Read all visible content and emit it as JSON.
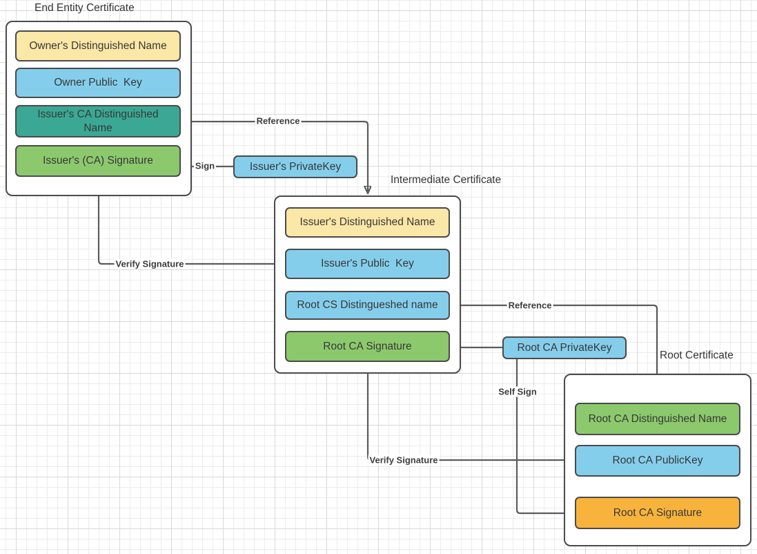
{
  "colors": {
    "yellow": "#FBE7A6",
    "blue": "#84CEEC",
    "teal": "#3AA894",
    "green": "#8CC96D",
    "orange": "#F8B33C",
    "line": "#5B5B5B",
    "border": "#4A4A4A"
  },
  "end_entity": {
    "title": "End Entity Certificate",
    "fields": [
      {
        "label": "Owner's Distinguished Name",
        "color": "yellow"
      },
      {
        "label": "Owner Public  Key",
        "color": "blue"
      },
      {
        "label": "Issuer's CA Distinguished Name",
        "color": "teal"
      },
      {
        "label": "Issuer's (CA) Signature",
        "color": "green"
      }
    ]
  },
  "intermediate": {
    "title": "Intermediate Certificate",
    "fields": [
      {
        "label": "Issuer's Distinguished Name",
        "color": "yellow"
      },
      {
        "label": "Issuer's Public  Key",
        "color": "blue"
      },
      {
        "label": "Root CS Distingueshed name",
        "color": "blue"
      },
      {
        "label": "Root CA Signature",
        "color": "green"
      }
    ]
  },
  "root": {
    "title": "Root Certificate",
    "fields": [
      {
        "label": "Root CA Distinguished Name",
        "color": "green"
      },
      {
        "label": "Root CA PublicKey",
        "color": "blue"
      },
      {
        "label": "Root CA Signature",
        "color": "orange"
      }
    ]
  },
  "keys": {
    "issuer_private_key": "Issuer's PrivateKey",
    "root_ca_private_key": "Root CA PrivateKey"
  },
  "edges": {
    "sign": "Sign",
    "reference_top": "Reference",
    "verify_signature_left": "Verify Signature",
    "reference_right": "Reference",
    "self_sign": "Self Sign",
    "verify_signature_bottom": "Verify Signature"
  }
}
